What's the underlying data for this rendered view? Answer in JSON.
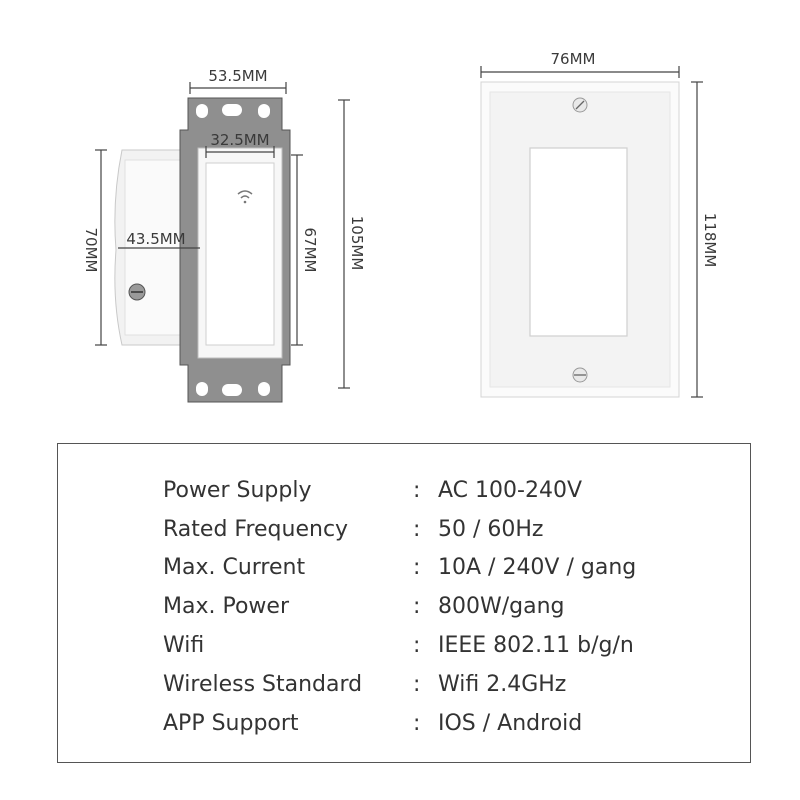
{
  "dimensions": {
    "switch_width": "53.5MM",
    "paddle_width": "32.5MM",
    "body_width": "43.5MM",
    "body_height": "70MM",
    "paddle_height": "67MM",
    "switch_height": "105MM",
    "plate_width": "76MM",
    "plate_height": "118MM"
  },
  "specs": {
    "separator": ":",
    "rows": [
      {
        "label": "Power Supply",
        "value": "AC 100-240V"
      },
      {
        "label": "Rated Frequency",
        "value": "50 / 60Hz"
      },
      {
        "label": "Max. Current",
        "value": "10A / 240V / gang"
      },
      {
        "label": "Max. Power",
        "value": "800W/gang"
      },
      {
        "label": "Wifi",
        "value": "IEEE 802.11 b/g/n"
      },
      {
        "label": "Wireless Standard",
        "value": "Wifi 2.4GHz"
      },
      {
        "label": "APP Support",
        "value": "IOS / Android"
      }
    ]
  }
}
